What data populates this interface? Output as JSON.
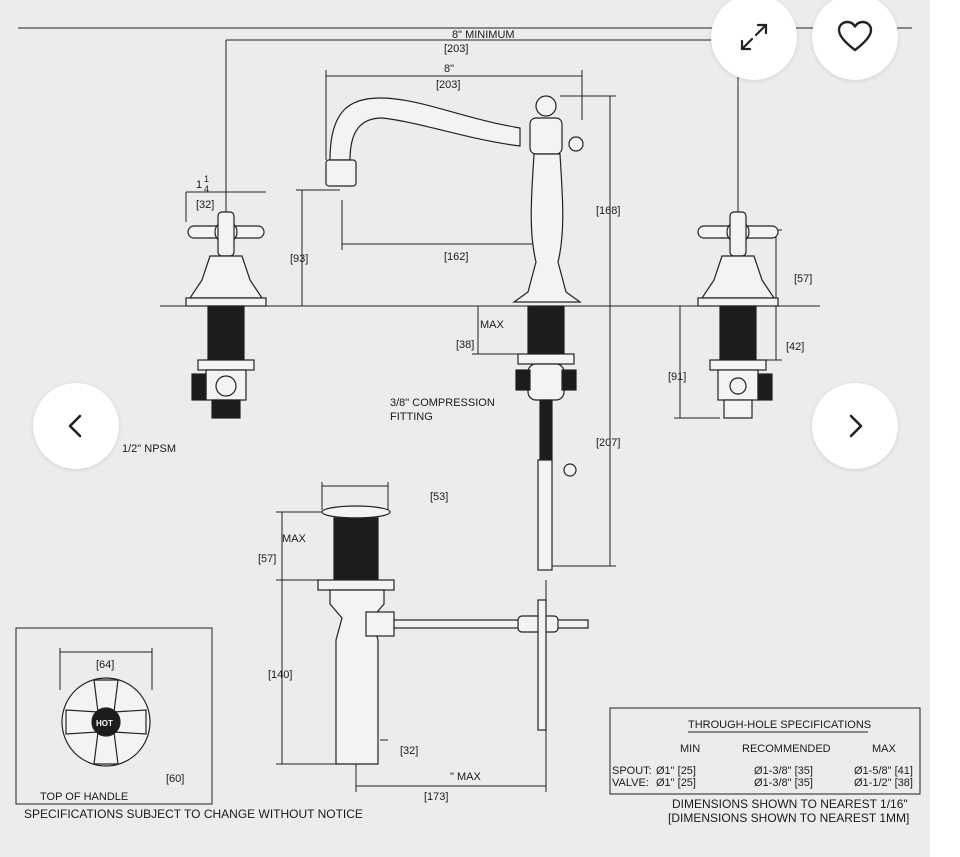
{
  "controls": {
    "expand_icon": "expand-arrows-icon",
    "favorite_icon": "heart-outline-icon",
    "prev_icon": "chevron-left-icon",
    "next_icon": "chevron-right-icon"
  },
  "drawing": {
    "dims": {
      "overall_min": "8\"   MINIMUM",
      "overall_min_mm": "[203]",
      "spout_width": "8\"",
      "spout_width_mm": "[203]",
      "handle_height_mm": "[32]",
      "spout_height_mm": "[93]",
      "reach_mm": "[162]",
      "total_height_mm": "[168]",
      "right_handle_mm": "[57]",
      "deck_max": "MAX",
      "deck_max_mm": "[38]",
      "shank_mm": "[42]",
      "valve_depth_mm": "[91]",
      "lower_depth_mm": "[207]",
      "drain_dia_mm": "[53]",
      "drain_top": "MAX",
      "drain_top_mm": "[57]",
      "tail_mm": "[140]",
      "tail_dia_mm": "[32]",
      "rod_max": "\" MAX",
      "rod_mm": "[173]",
      "handle_top_mm": "[64]",
      "handle_dia_mm": "[60]"
    },
    "labels": {
      "compression_line1": "3/8\" COMPRESSION",
      "compression_line2": "FITTING",
      "npsm": "1/2\" NPSM",
      "handle_badge": "HOT",
      "top_of_handle": "TOP OF HANDLE",
      "specs_notice": "SPECIFICATIONS SUBJECT TO CHANGE WITHOUT NOTICE",
      "dims_note_1": "DIMENSIONS SHOWN TO NEAREST 1/16\"",
      "dims_note_2": "[DIMENSIONS SHOWN TO NEAREST 1MM]"
    },
    "through_hole": {
      "title": "THROUGH-HOLE SPECIFICATIONS",
      "headers": [
        "MIN",
        "RECOMMENDED",
        "MAX"
      ],
      "rows": [
        {
          "label": "SPOUT:",
          "min": "Ø1\" [25]",
          "rec": "Ø1-3/8\" [35]",
          "max": "Ø1-5/8\" [41]"
        },
        {
          "label": "VALVE:",
          "min": "Ø1\" [25]",
          "rec": "Ø1-3/8\" [35]",
          "max": "Ø1-1/2\" [38]"
        }
      ]
    }
  }
}
